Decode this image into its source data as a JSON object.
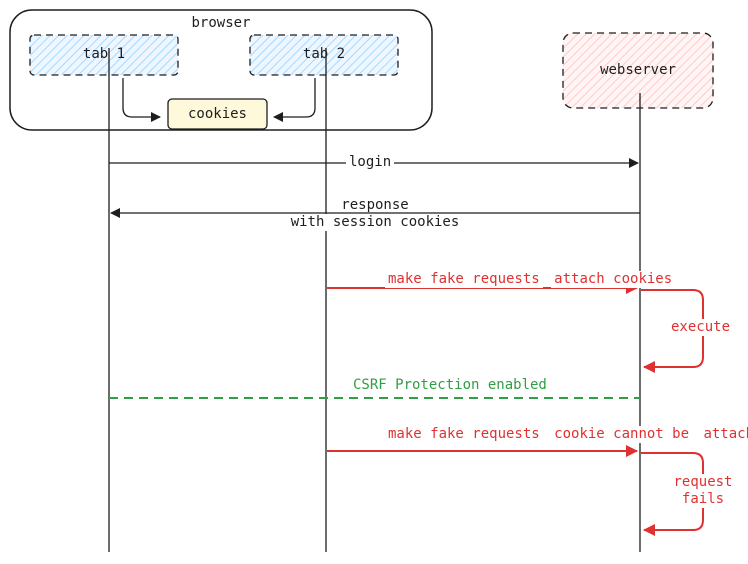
{
  "browser": {
    "label": "browser"
  },
  "tabs": [
    {
      "label": "tab 1"
    },
    {
      "label": "tab 2"
    }
  ],
  "cookies": {
    "label": "cookies"
  },
  "webserver": {
    "label": "webserver"
  },
  "messages": {
    "login": "login",
    "response": [
      "response",
      "with session cookies"
    ],
    "fake_request_1": [
      "make fake requests",
      "attach cookies"
    ],
    "execute": "execute",
    "csrf": "CSRF Protection enabled",
    "fake_request_2": [
      "make fake requests",
      "cookie cannot be",
      "attached"
    ],
    "request_fails": [
      "request",
      "fails"
    ]
  },
  "colors": {
    "stroke": "#1e1e1e",
    "tab_fill": "#a5d8ff",
    "cookies_fill": "#fff9db",
    "webserver_fill": "#ffc9c9",
    "red": "#e03131",
    "green": "#2f9e44"
  }
}
